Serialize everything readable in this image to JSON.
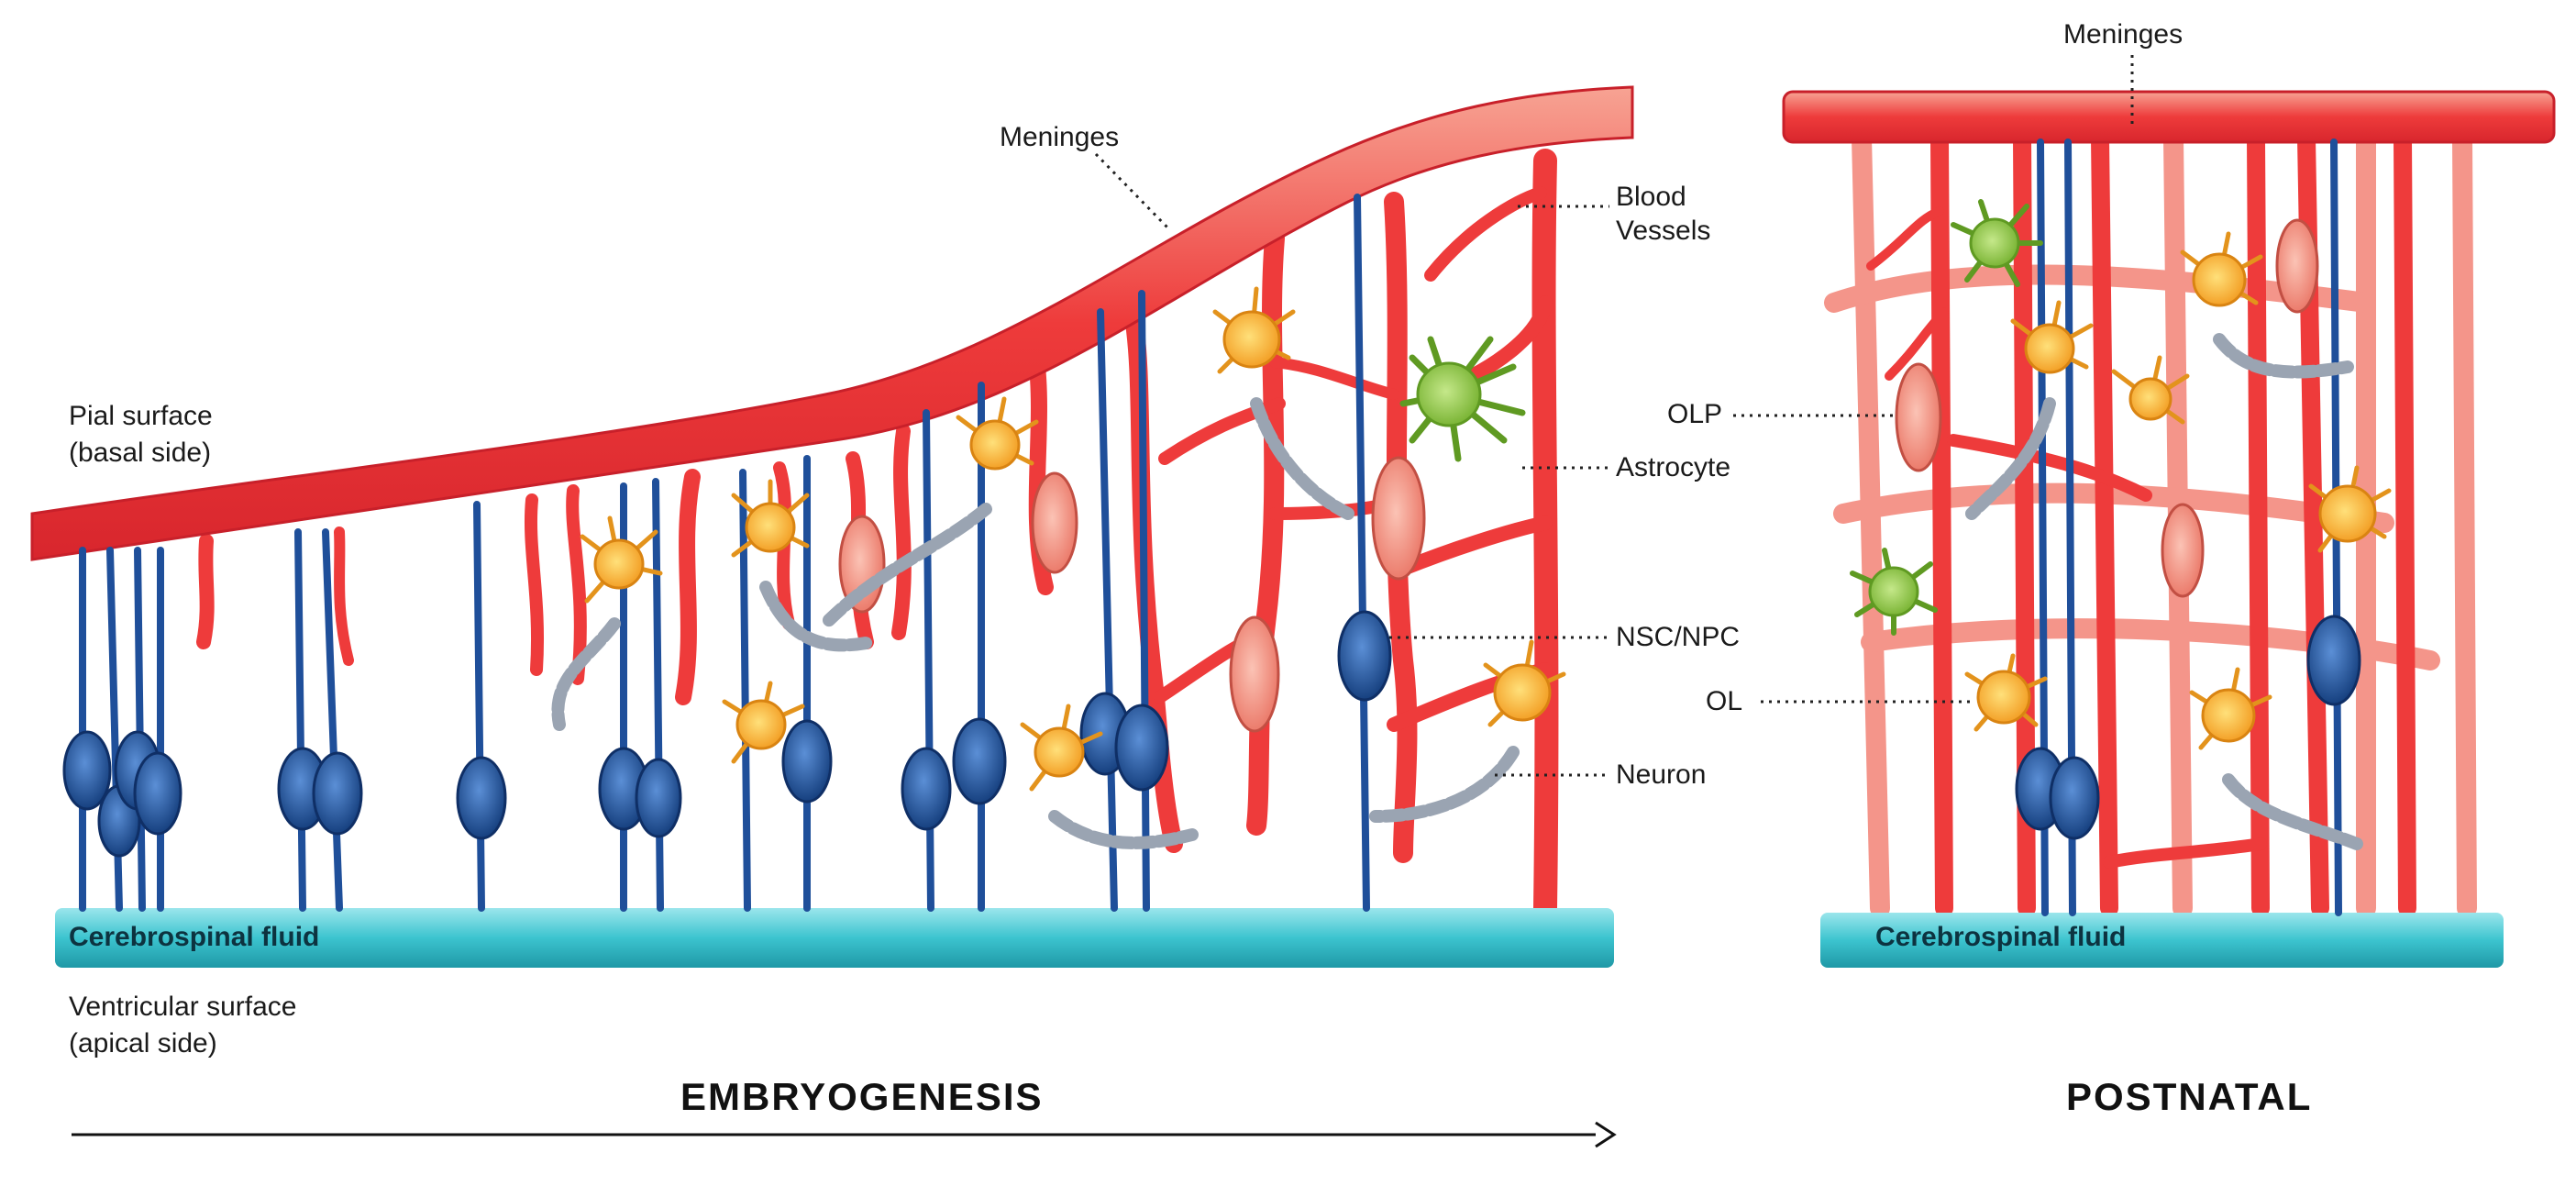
{
  "labels": {
    "meninges_left": "Meninges",
    "meninges_right": "Meninges",
    "blood_vessels_1": "Blood",
    "blood_vessels_2": "Vessels",
    "astrocyte": "Astrocyte",
    "nsc_npc": "NSC/NPC",
    "neuron": "Neuron",
    "olp": "OLP",
    "ol": "OL",
    "pial_1": "Pial surface",
    "pial_2": "(basal side)",
    "csf_left": "Cerebrospinal fluid",
    "csf_right": "Cerebrospinal fluid",
    "ventricular_1": "Ventricular surface",
    "ventricular_2": "(apical side)",
    "embryogenesis": "EMBRYOGENESIS",
    "postnatal": "POSTNATAL"
  },
  "colors": {
    "vessel": "#ee3b3b",
    "vessel_dark": "#c8202a",
    "vessel_light": "#f4958a",
    "nsc_blue": "#1f4f9a",
    "nsc_dark": "#0f2f66",
    "csf": "#3cc4cf",
    "olp_pink": "#f08a7c",
    "ol_orange": "#f5a82a",
    "astro_green": "#8cc63f",
    "myelin": "#9aa4b2"
  }
}
